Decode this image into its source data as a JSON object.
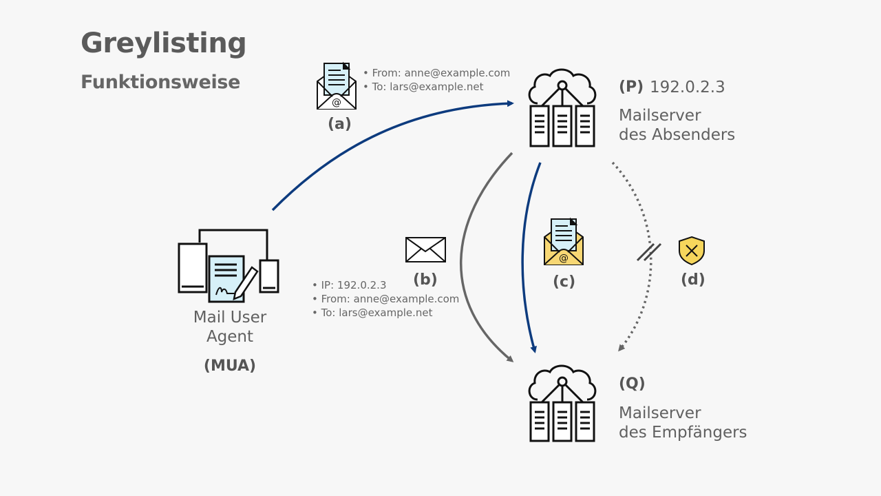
{
  "title": "Greylisting",
  "subtitle": "Funktionsweise",
  "sender_server": {
    "tag": "(P)",
    "ip": "192.0.2.3",
    "label_line1": "Mailserver",
    "label_line2": "des Absenders",
    "icon": "cloud-server-icon"
  },
  "receiver_server": {
    "tag": "(Q)",
    "label_line1": "Mailserver",
    "label_line2": "des Empfängers",
    "icon": "cloud-server-icon"
  },
  "mua": {
    "label_line1": "Mail User",
    "label_line2": "Agent",
    "tag": "(MUA)",
    "icon": "devices-document-icon"
  },
  "steps": {
    "a": {
      "tag": "(a)",
      "details": [
        "From: anne@example.com",
        "To: lars@example.net"
      ],
      "icon": "mail-document-icon"
    },
    "b": {
      "tag": "(b)",
      "details": [
        "IP: 192.0.2.3",
        "From: anne@example.com",
        "To: lars@example.net"
      ],
      "icon": "envelope-icon"
    },
    "c": {
      "tag": "(c)",
      "icon": "mail-document-yellow-icon"
    },
    "d": {
      "tag": "(d)",
      "icon": "shield-x-icon"
    }
  },
  "colors": {
    "blue_arrow": "#0d3b7e",
    "grey_arrow": "#666666",
    "doc_fill": "#d6f0f8",
    "envelope_yellow": "#f7d774",
    "shield_yellow": "#f6d65c"
  }
}
